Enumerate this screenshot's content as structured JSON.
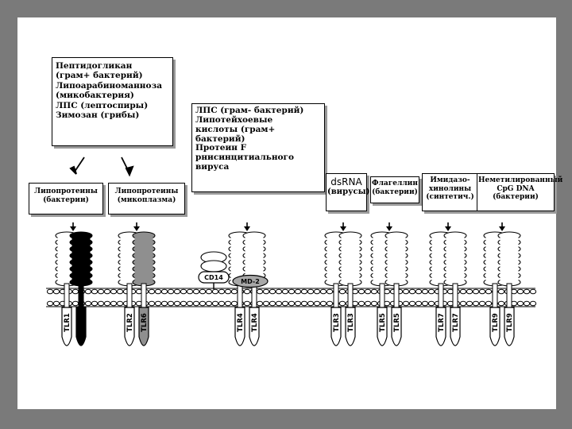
{
  "ligands": {
    "box1": [
      "Пептидогликан",
      "(грам+ бактерий)",
      "Липоарабиноманноза",
      "(микобактерия)",
      "ЛПС (лептоспиры)",
      "Зимозан (грибы)"
    ],
    "box2": [
      "ЛПС (грам- бактерий)",
      "Липотейхоевые",
      "кислоты (грам+",
      "бактерий)",
      "Протеин F",
      "рнисинцитиального",
      "вируса"
    ],
    "lipo_bact": [
      "Липопротеины",
      "(бактерии)"
    ],
    "lipo_myco": [
      "Липопротеины",
      "(микоплазма)"
    ],
    "dsrna": [
      "dsRNA",
      "(вирусы)"
    ],
    "flag": [
      "Флагеллин",
      "(бактерии)"
    ],
    "imid": [
      "Имидазо-",
      "хинолины",
      "(синтетич.)"
    ],
    "cpg": [
      "Неметилированный",
      "CpG DNA",
      "(бактерии)"
    ]
  },
  "receptors": {
    "tlr1": "TLR1",
    "tlr2a": "TLR2",
    "tlr2b": "TLR2",
    "tlr6": "TLR6",
    "tlr4a": "TLR4",
    "tlr4b": "TLR4",
    "tlr3a": "TLR3",
    "tlr3b": "TLR3",
    "tlr5a": "TLR5",
    "tlr5b": "TLR5",
    "tlr7a": "TLR7",
    "tlr7b": "TLR7",
    "tlr9a": "TLR9",
    "tlr9b": "TLR9"
  },
  "coreceptors": {
    "cd14": "CD14",
    "md2": "MD-2"
  },
  "colors": {
    "background": "#7a7a7a",
    "black_receptor": "#000000",
    "gray_receptor": "#8f8f8f"
  }
}
